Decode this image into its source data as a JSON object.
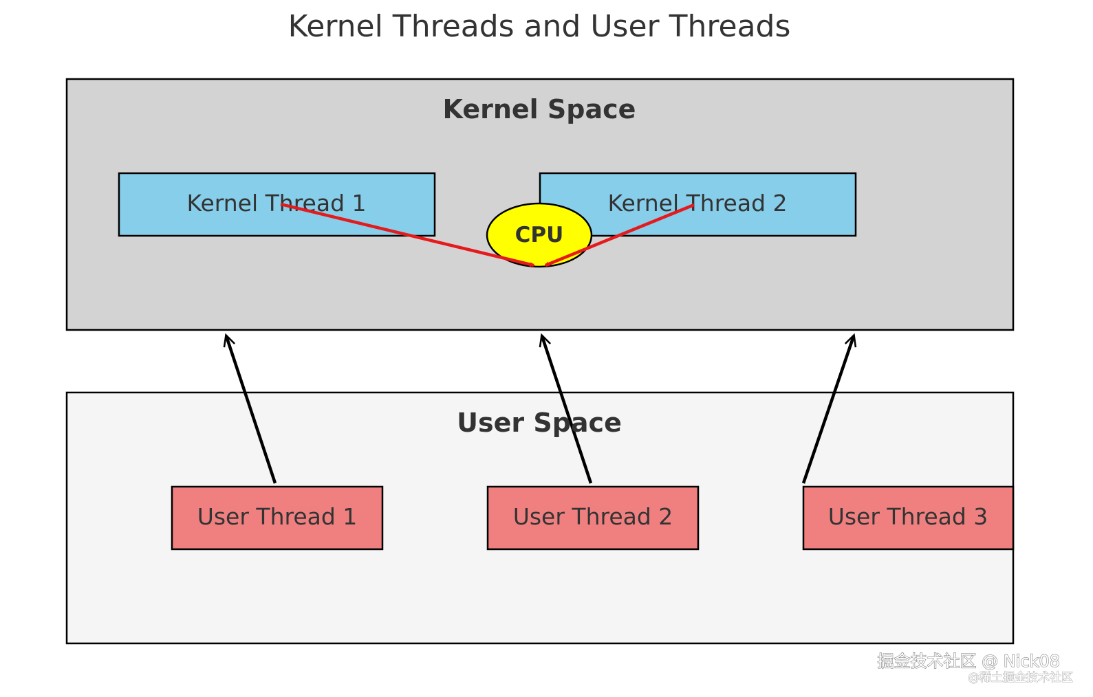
{
  "title": "Kernel Threads and User Threads",
  "kernel_space": {
    "label": "Kernel Space",
    "fill": "#d3d3d3",
    "threads": [
      {
        "label": "Kernel Thread 1"
      },
      {
        "label": "Kernel Thread 2"
      }
    ],
    "thread_fill": "#87ceeb"
  },
  "cpu": {
    "label": "CPU",
    "fill": "#ffff00"
  },
  "user_space": {
    "label": "User Space",
    "fill": "#f5f5f5",
    "threads": [
      {
        "label": "User Thread 1"
      },
      {
        "label": "User Thread 2"
      },
      {
        "label": "User Thread 3"
      }
    ],
    "thread_fill": "#f08080"
  },
  "arrow_colors": {
    "cpu_links": "#e41a1c",
    "user_to_kernel": "#000000"
  },
  "watermark": {
    "line1": "掘金技术社区 @ Nick08",
    "line2": "@稀土掘金技术社区"
  }
}
